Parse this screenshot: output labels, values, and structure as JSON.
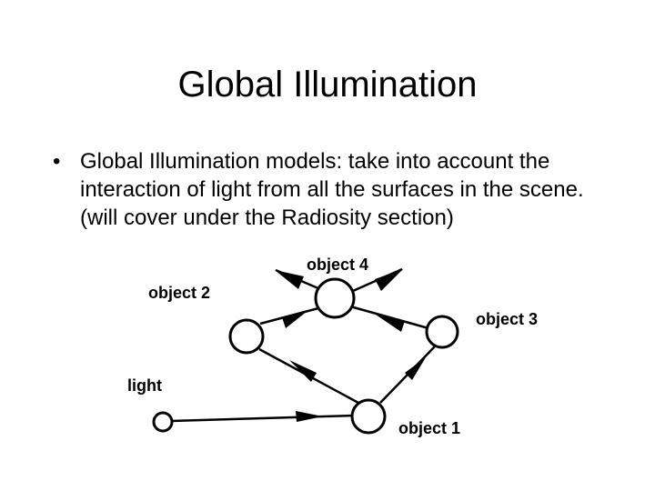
{
  "slide": {
    "title": "Global Illumination",
    "bullets": [
      {
        "marker": "•",
        "text": "Global Illumination models: take into account the interaction of light from all the surfaces in the scene. (will cover under the Radiosity section)"
      }
    ]
  },
  "diagram": {
    "nodes": {
      "light": {
        "label": "light"
      },
      "object1": {
        "label": "object 1"
      },
      "object2": {
        "label": "object 2"
      },
      "object3": {
        "label": "object 3"
      },
      "object4": {
        "label": "object 4"
      }
    },
    "edges": [
      {
        "from": "light",
        "to": "object1"
      },
      {
        "from": "object1",
        "to": "object2"
      },
      {
        "from": "object1",
        "to": "object3"
      },
      {
        "from": "object2",
        "to": "object4"
      },
      {
        "from": "object3",
        "to": "object4"
      },
      {
        "from": "object4",
        "to": "upper-left"
      },
      {
        "from": "object4",
        "to": "upper-right"
      }
    ]
  }
}
